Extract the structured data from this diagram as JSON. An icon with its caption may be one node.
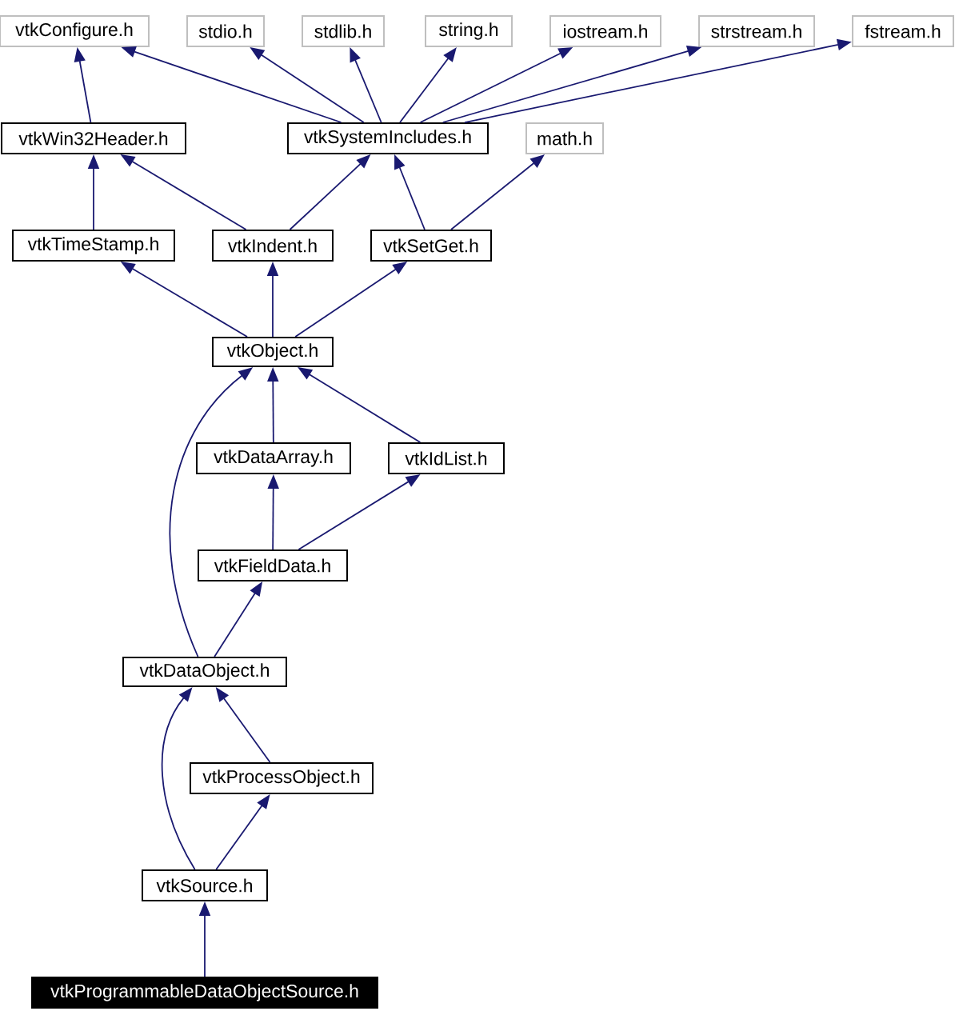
{
  "diagram": {
    "nodes": [
      {
        "text": [
          "vtkConfigure.h"
        ]
      },
      {
        "text": [
          "stdio.h"
        ]
      },
      {
        "text": [
          "stdlib.h"
        ]
      },
      {
        "text": [
          "string.h"
        ]
      },
      {
        "text": [
          "iostream.h"
        ]
      },
      {
        "text": [
          "strstream.h"
        ]
      },
      {
        "text": [
          "fstream.h"
        ]
      },
      {
        "text": [
          "vtkWin32Header.h"
        ]
      },
      {
        "text": [
          "vtkSystemIncludes.h"
        ]
      },
      {
        "text": [
          "math.h"
        ]
      },
      {
        "text": [
          "vtkTimeStamp.h"
        ]
      },
      {
        "text": [
          "vtkIndent.h"
        ]
      },
      {
        "text": [
          "vtkSetGet.h"
        ]
      },
      {
        "text": [
          "vtkObject.h"
        ]
      },
      {
        "text": [
          "vtkDataArray.h"
        ]
      },
      {
        "text": [
          "vtkIdList.h"
        ]
      },
      {
        "text": [
          "vtkFieldData.h"
        ]
      },
      {
        "text": [
          "vtkDataObject.h"
        ]
      },
      {
        "text": [
          "vtkProcessObject.h"
        ]
      },
      {
        "text": [
          "vtkSource.h"
        ]
      },
      {
        "text": [
          "vtkProgrammableDataObjectSource.h"
        ]
      }
    ],
    "edges": [
      {
        "from": 7,
        "to": 0,
        "arrow": "to"
      },
      {
        "from": 8,
        "to": 0,
        "arrow": "to"
      },
      {
        "from": 8,
        "to": 1,
        "arrow": "to"
      },
      {
        "from": 8,
        "to": 2,
        "arrow": "to"
      },
      {
        "from": 8,
        "to": 3,
        "arrow": "to"
      },
      {
        "from": 8,
        "to": 4,
        "arrow": "to"
      },
      {
        "from": 8,
        "to": 5,
        "arrow": "to"
      },
      {
        "from": 8,
        "to": 6,
        "arrow": "to"
      },
      {
        "from": 10,
        "to": 7,
        "arrow": "to"
      },
      {
        "from": 11,
        "to": 7,
        "arrow": "to"
      },
      {
        "from": 11,
        "to": 8,
        "arrow": "to"
      },
      {
        "from": 12,
        "to": 8,
        "arrow": "to"
      },
      {
        "from": 12,
        "to": 9,
        "arrow": "to"
      },
      {
        "from": 13,
        "to": 10,
        "arrow": "to"
      },
      {
        "from": 13,
        "to": 11,
        "arrow": "to"
      },
      {
        "from": 13,
        "to": 12,
        "arrow": "to"
      },
      {
        "from": 14,
        "to": 13,
        "arrow": "to"
      },
      {
        "from": 15,
        "to": 13,
        "arrow": "to"
      },
      {
        "from": 17,
        "to": 13,
        "arrow": "to"
      },
      {
        "from": 16,
        "to": 14,
        "arrow": "to"
      },
      {
        "from": 16,
        "to": 15,
        "arrow": "to"
      },
      {
        "from": 17,
        "to": 16,
        "arrow": "to"
      },
      {
        "from": 18,
        "to": 17,
        "arrow": "to"
      },
      {
        "from": 19,
        "to": 17,
        "arrow": "to"
      },
      {
        "from": 19,
        "to": 18,
        "arrow": "to"
      },
      {
        "from": 20,
        "to": 19,
        "arrow": "to"
      }
    ]
  }
}
